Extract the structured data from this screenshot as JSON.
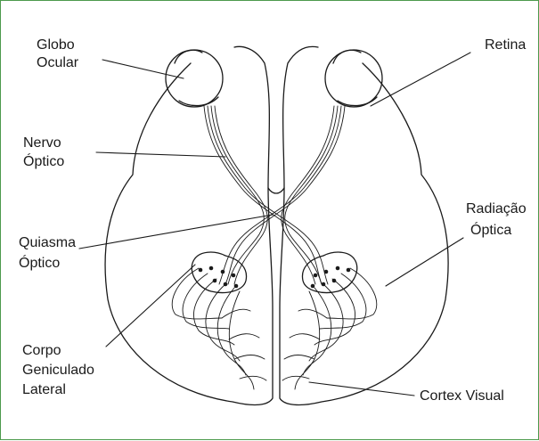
{
  "colors": {
    "frame": "#4c9a4c",
    "ink": "#1a1a1a"
  },
  "labels": {
    "globo_ocular": [
      "Globo",
      "Ocular"
    ],
    "retina": [
      "Retina"
    ],
    "nervo_optico": [
      "Nervo",
      "Óptico"
    ],
    "radiacao_optica": [
      "Radiação",
      "Óptica"
    ],
    "quiasma_optico": [
      "Quiasma",
      "Óptico"
    ],
    "corpo_geniculado": [
      "Corpo",
      "Geniculado",
      "Lateral"
    ],
    "cortex_visual": [
      "Cortex Visual"
    ]
  }
}
